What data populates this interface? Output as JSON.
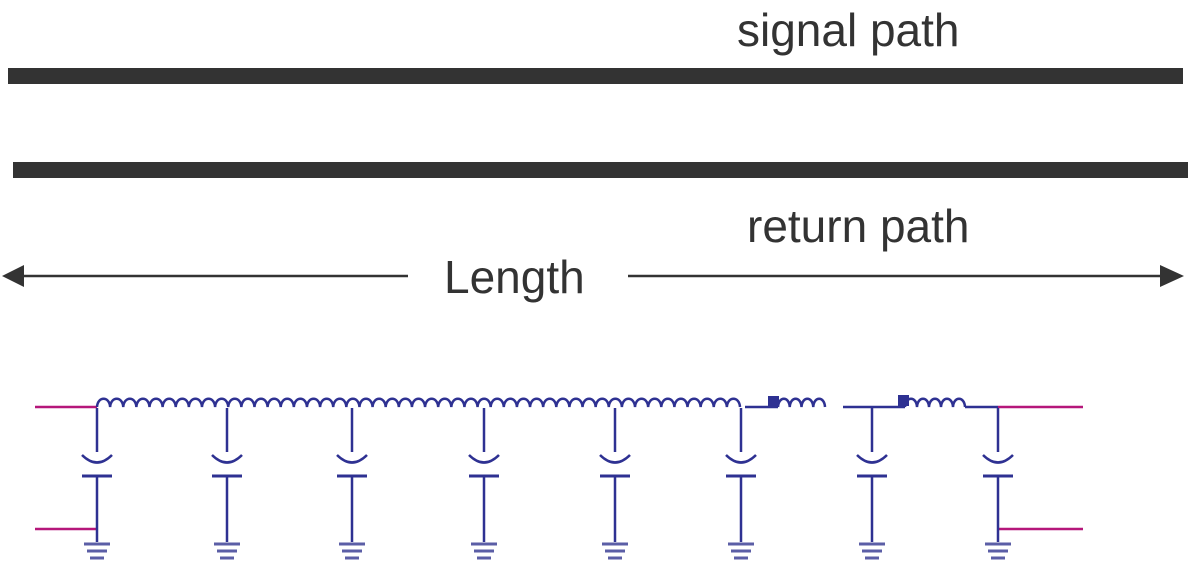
{
  "labels": {
    "signal": "signal path",
    "return": "return path",
    "length": "Length"
  },
  "colors": {
    "conductor": "#333333",
    "circuit": "#2e3192",
    "ground": "#5b5ea6",
    "terminal": "#b5177a"
  },
  "circuit": {
    "sections": 8
  }
}
